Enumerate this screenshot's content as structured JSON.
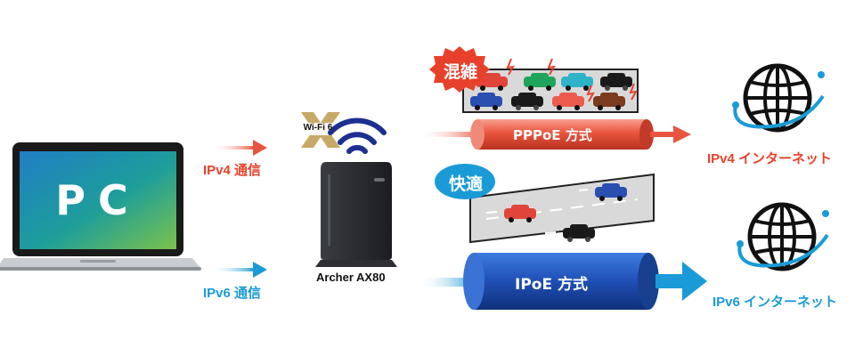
{
  "pc": {
    "label": "PC"
  },
  "ipv4_flow": {
    "label": "IPv4 通信"
  },
  "ipv6_flow": {
    "label": "IPv6 通信"
  },
  "router": {
    "badge": "Wi-Fi 6",
    "model": "Archer AX80"
  },
  "pppoe": {
    "pipe_label": "PPPoE 方式",
    "status_badge": "混雑",
    "destination": "IPv4 インターネット"
  },
  "ipoe": {
    "pipe_label": "IPoE 方式",
    "status_badge": "快適",
    "destination": "IPv6 インターネット"
  },
  "colors": {
    "ipv4": "#e8412b",
    "ipv6": "#1a9bd7",
    "pipe_blue": "#1f4fb5",
    "pipe_red": "#e8553e"
  }
}
